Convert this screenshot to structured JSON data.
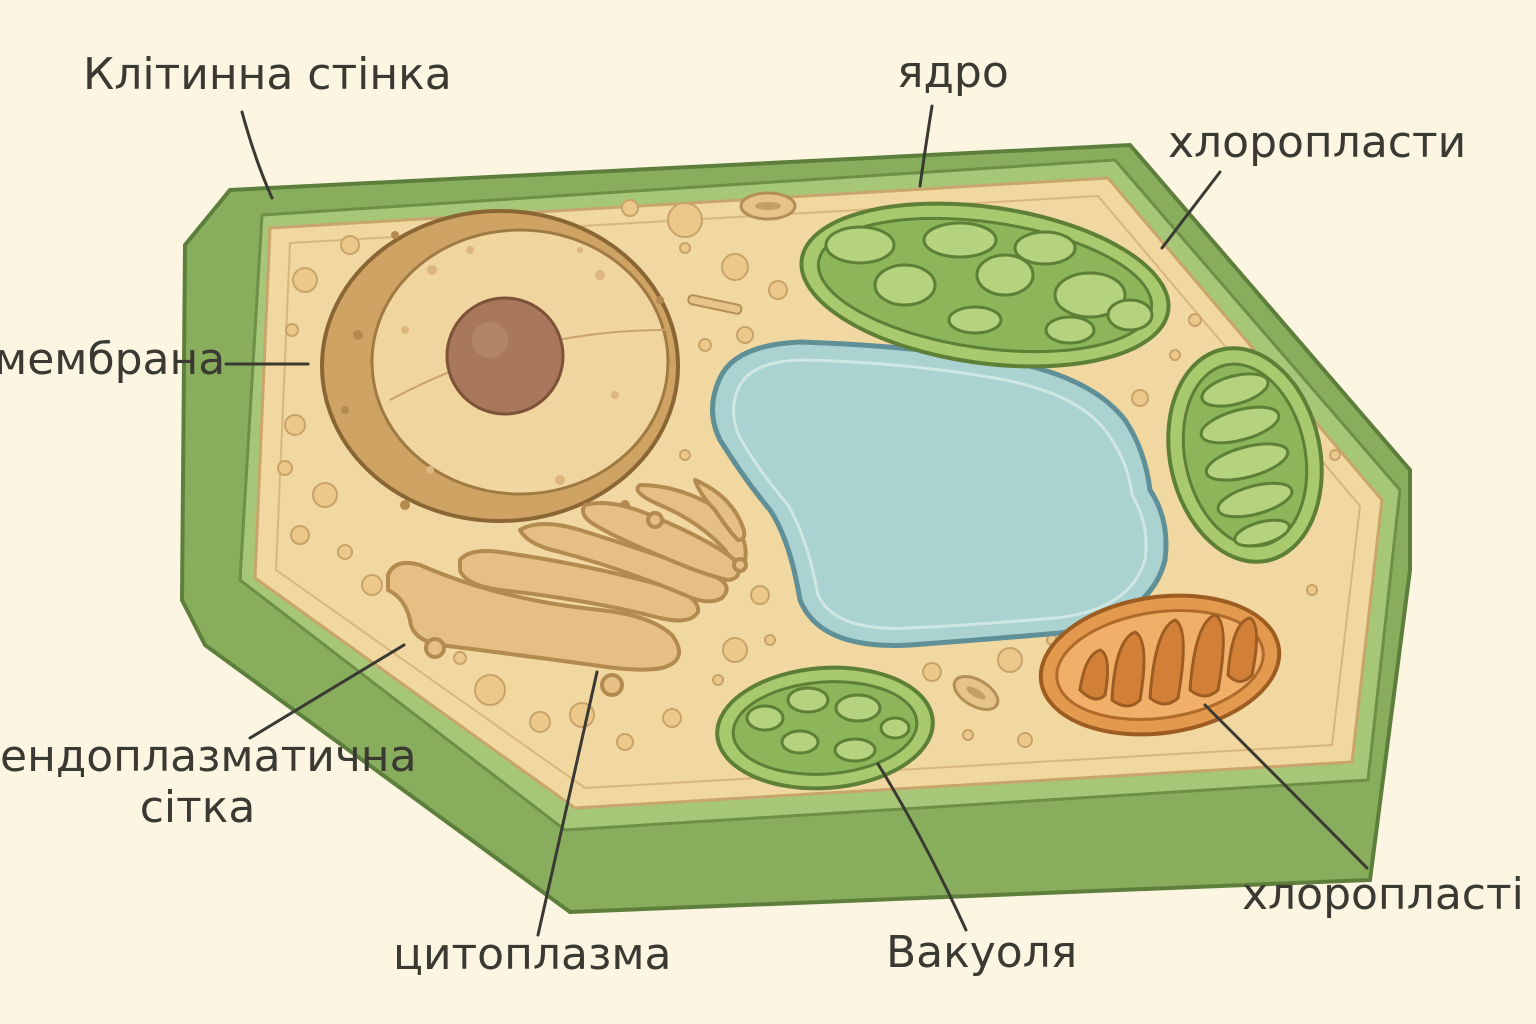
{
  "labels": {
    "cell_wall": "Клітинна стінка",
    "nucleus": "ядро",
    "chloroplasts_top": "хлоропласти",
    "membrane": "мембрана",
    "er_line1": "ендоплазматична",
    "er_line2": "сітка",
    "cytoplasm": "цитоплазма",
    "vacuole": "Вакуоля",
    "chloroplasts_bottom": "хлоропласті"
  },
  "colors": {
    "background": "#fbf5e2",
    "cell_wall": "#93b565",
    "cytoplasm": "#f1d7a0",
    "nucleus": "#d6ae6d",
    "nucleolus": "#a9785c",
    "vacuole": "#a9d2d1",
    "chloroplast": "#8fb85a",
    "mitochondrion": "#e39a4e",
    "er": "#e6bf84"
  }
}
